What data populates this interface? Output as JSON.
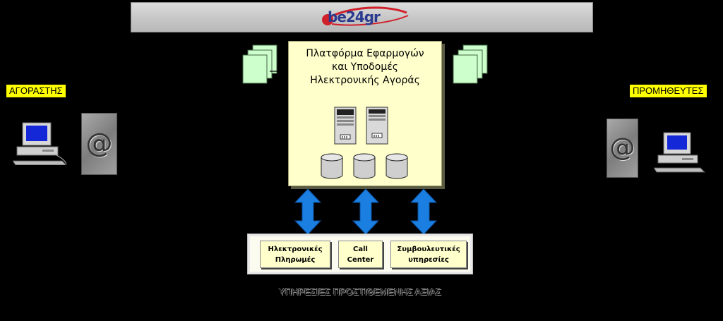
{
  "banner": {
    "logo_text": "be24gr",
    "logo_icon": "be24-logo"
  },
  "platform": {
    "title_lines": [
      "Πλατφόρμα Εφαρμογών",
      "και Υποδομές",
      "Ηλεκτρονικής Αγοράς"
    ],
    "server_icon": "server-tower-icon",
    "database_icon": "database-cylinder-icon"
  },
  "buyer": {
    "label": "ΑΓΟΡΑΣΤΗΣ",
    "computer_icon": "desktop-computer-icon",
    "email_icon": "at-sign-icon"
  },
  "supplier": {
    "label": "ΠΡΟΜΗΘΕΥΤΕΣ",
    "computer_icon": "desktop-computer-icon",
    "email_icon": "at-sign-icon"
  },
  "documents_icon": "document-stack-icon",
  "arrows_icon": "double-vertical-arrow-icon",
  "services": [
    {
      "lines": [
        "Ηλεκτρονικές",
        "Πληρωμές"
      ]
    },
    {
      "lines": [
        "Call",
        "Center"
      ]
    },
    {
      "lines": [
        "Συμβουλευτικές",
        "υπηρεσίες"
      ]
    }
  ],
  "footer": {
    "text": "ΥΠΗΡΕΣΙΕΣ ΠΡΟΣΤΙΘΕΜΕΝΗΣ ΑΞΙΑΣ"
  },
  "colors": {
    "background": "#000000",
    "banner": "#c8c8c8",
    "platform": "#ffffcc",
    "label": "#ffff00",
    "arrow": "#1a7fe0"
  }
}
